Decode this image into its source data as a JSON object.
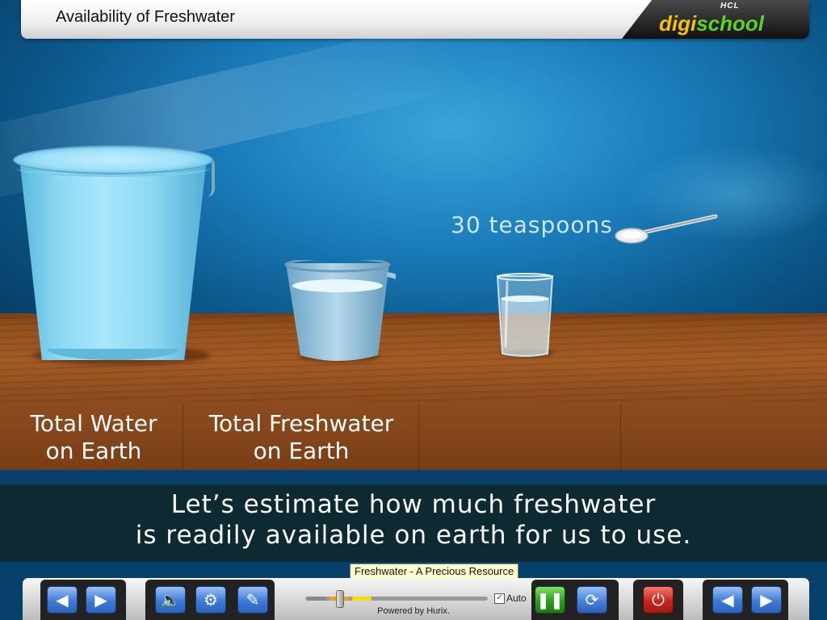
{
  "header": {
    "title": "Availability of Freshwater",
    "logo_small": "HCL",
    "logo_part1": "digi",
    "logo_part2": "school"
  },
  "scene": {
    "bucket_label_line1": "Total Water",
    "bucket_label_line2": "on Earth",
    "jug_label_line1": "Total Freshwater",
    "jug_label_line2": "on Earth",
    "teaspoons_label": "30 teaspoons"
  },
  "caption": {
    "line1": "Let’s estimate how much freshwater",
    "line2": "is readily available on earth for us to use."
  },
  "controls": {
    "tooltip": "Freshwater - A Precious Resource",
    "auto_label": "Auto",
    "auto_checked": true,
    "powered_by": "Powered by Hurix.",
    "progress_fraction": 0.18
  },
  "icons": {
    "prev": "arrow-left-icon",
    "next": "arrow-right-icon",
    "volume": "speaker-icon",
    "settings": "gears-icon",
    "tools": "toolbox-icon",
    "pause": "pause-icon",
    "replay": "refresh-icon",
    "exit": "power-icon"
  },
  "colors": {
    "title_bar": "#eeeeee",
    "logo_digi": "#f2c400",
    "logo_school": "#5bd12c",
    "caption_bg": "#0d2a33",
    "table_wood": "#94501f",
    "button_blue": "#3f7ad6",
    "button_green": "#2b9d1e",
    "button_red": "#c8261c"
  }
}
